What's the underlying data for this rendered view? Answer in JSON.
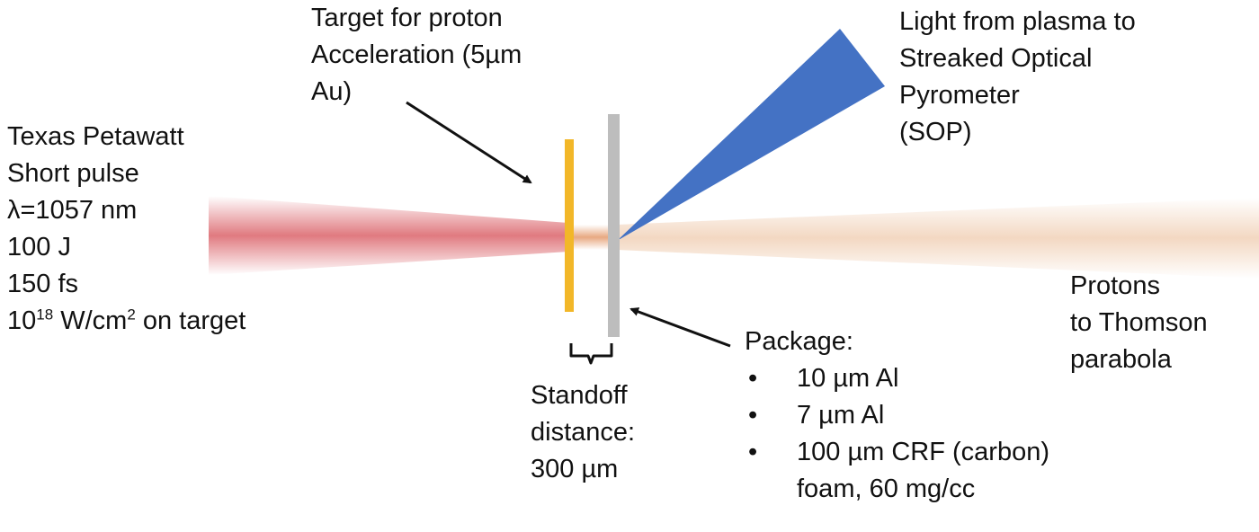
{
  "laser": {
    "lines": [
      "Texas Petawatt",
      "Short pulse",
      "λ=1057 nm",
      "100 J",
      "150 fs"
    ],
    "intensity_base": "10",
    "intensity_exp": "18",
    "intensity_unit": " W/cm",
    "intensity_unit_exp": "2",
    "intensity_suffix": " on target"
  },
  "target": {
    "lines": [
      "Target for proton",
      "Acceleration (5µm",
      "Au)"
    ]
  },
  "sop": {
    "lines": [
      "Light from plasma to",
      "Streaked Optical",
      "Pyrometer",
      "(SOP)"
    ]
  },
  "protons": {
    "lines": [
      "Protons",
      "to Thomson",
      "parabola"
    ]
  },
  "standoff": {
    "lines": [
      "Standoff",
      "distance:",
      "300 µm"
    ]
  },
  "package": {
    "title": "Package:",
    "bullet": "•",
    "items": [
      "10 µm Al",
      "7 µm Al",
      "100 µm CRF (carbon)"
    ],
    "item_continuation": "foam, 60 mg/cc"
  },
  "colors": {
    "laser_beam": "#e07a80",
    "proton_beam": "#f3d8c2",
    "gold_foil": "#f2b728",
    "package_foil": "#bdbdbd",
    "sop_cone": "#4472c4",
    "arrow": "#111111"
  }
}
